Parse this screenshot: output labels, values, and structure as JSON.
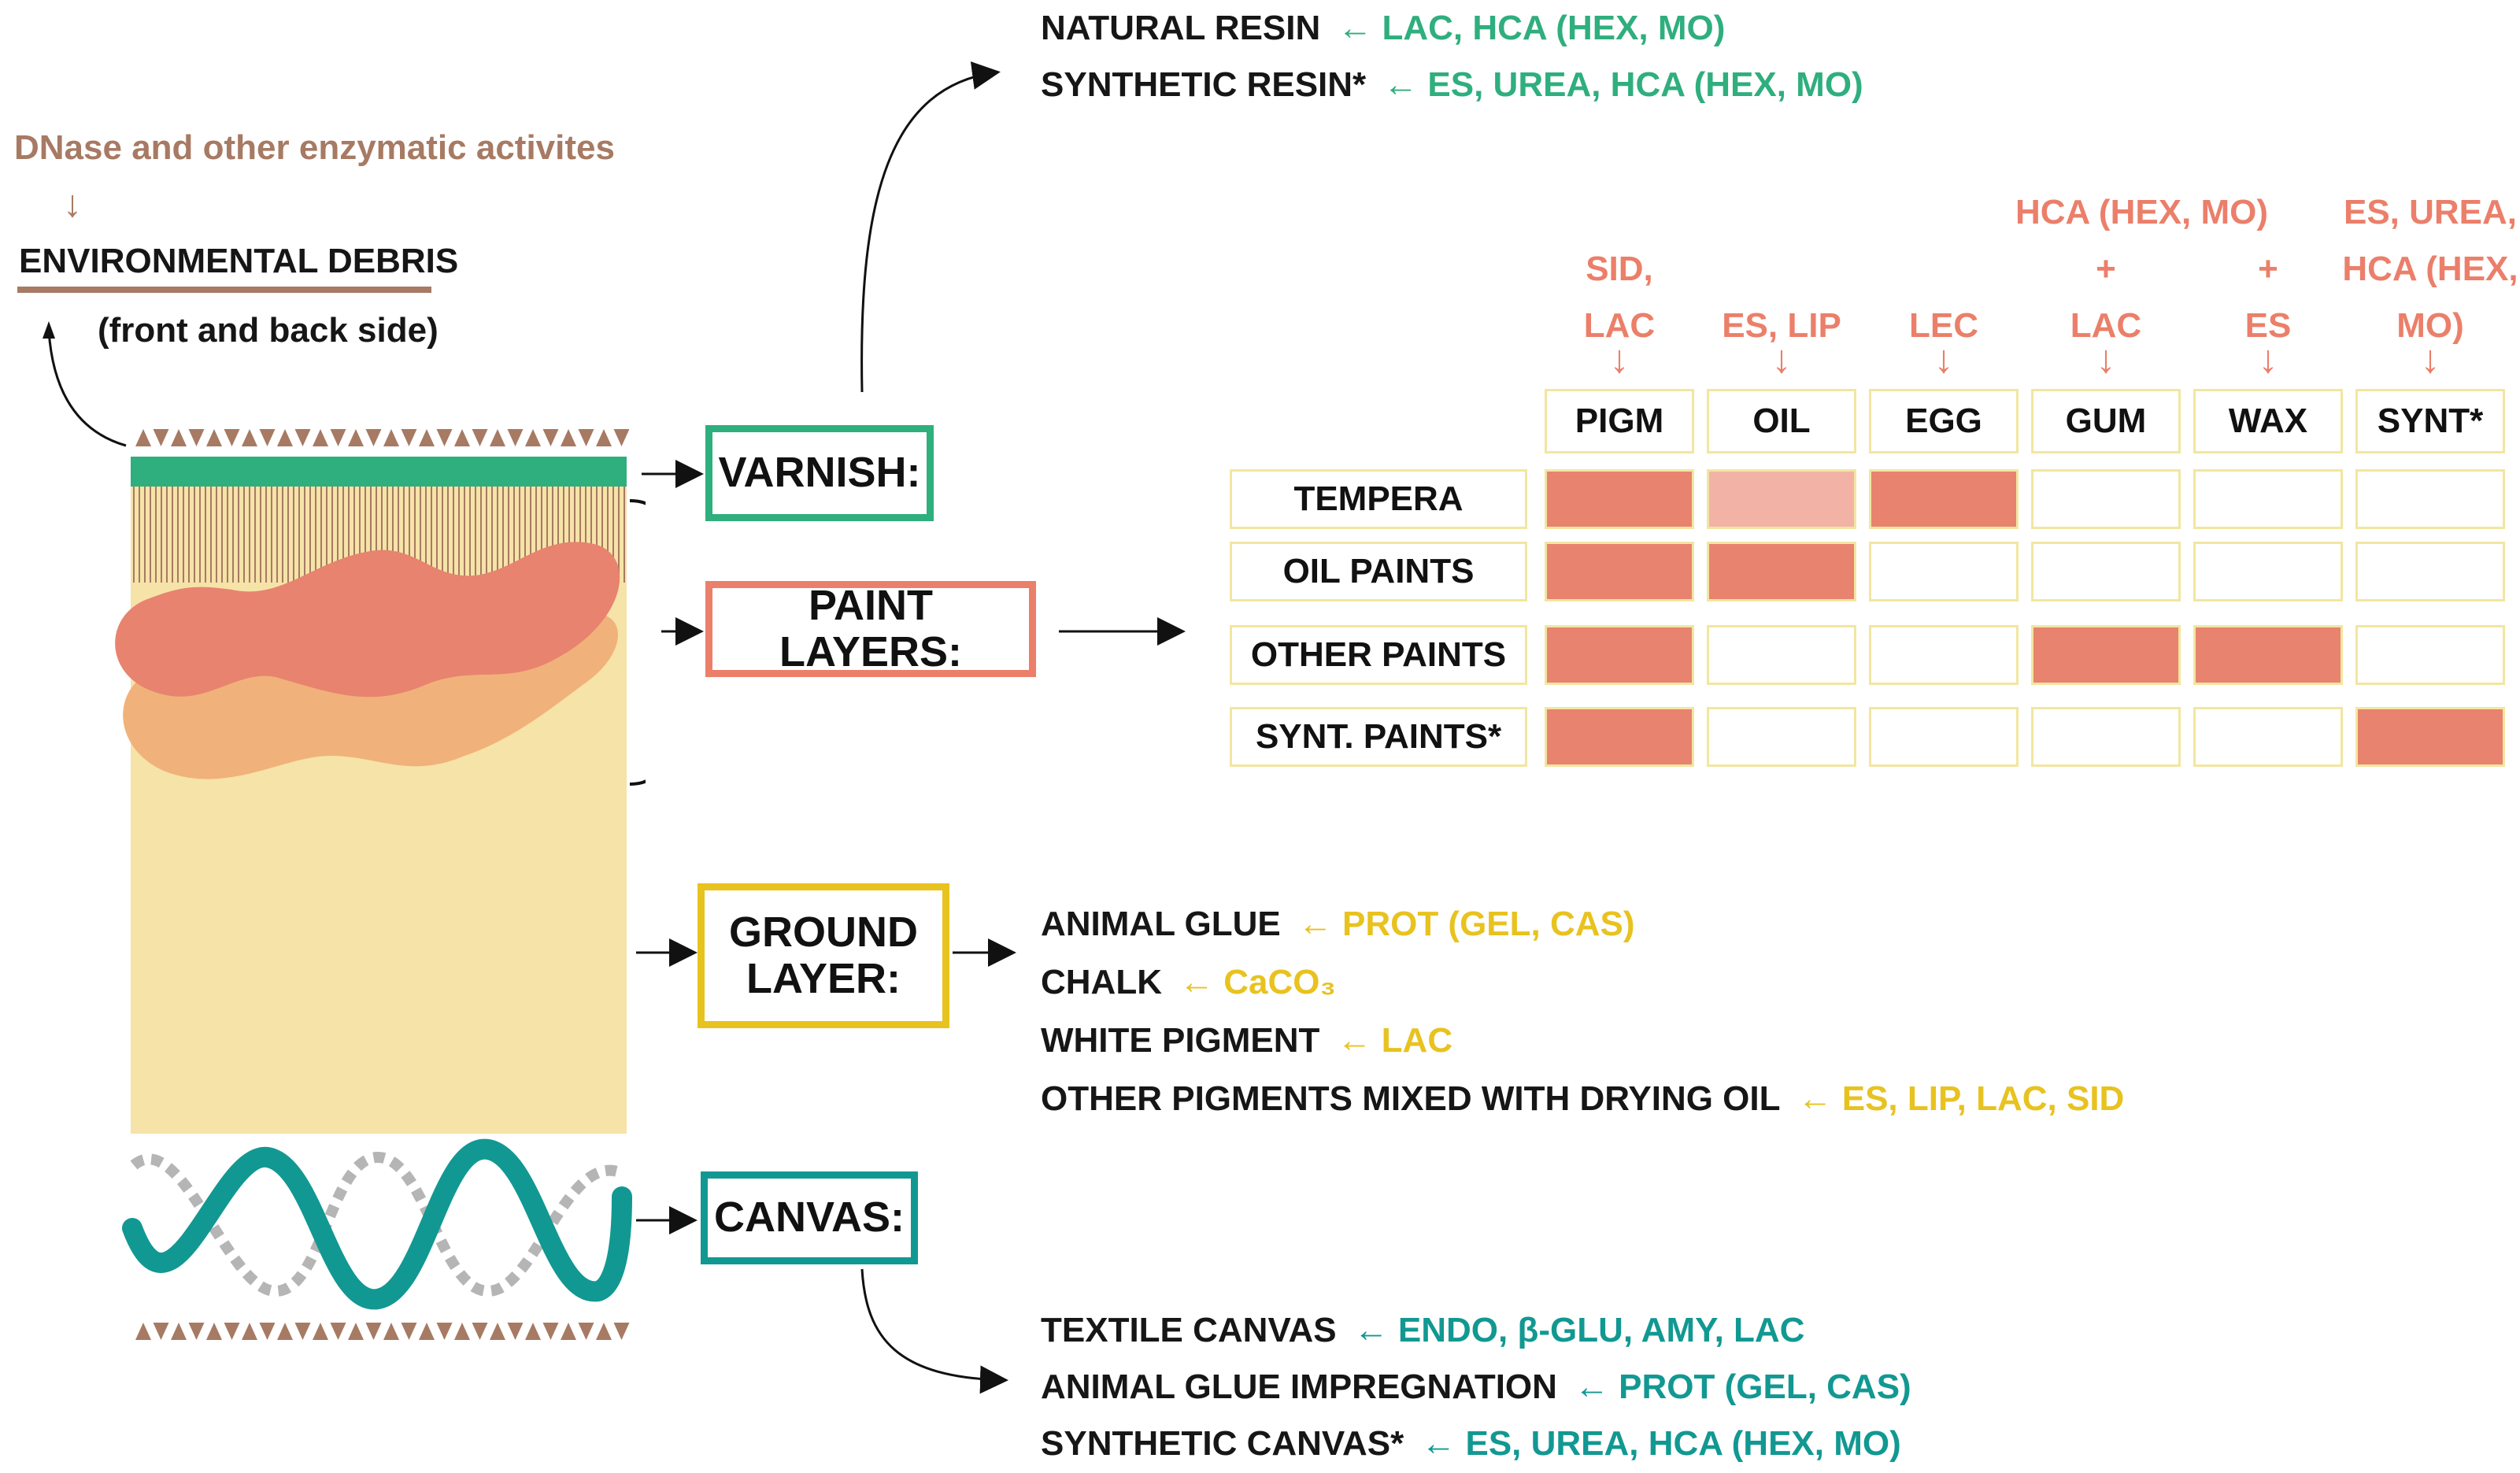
{
  "colors": {
    "brown": "#a77a63",
    "green_teal": "#2fae7e",
    "coral": "#eb7f6a",
    "orange": "#f0b27a",
    "cream": "#f6e3a8",
    "yellow": "#e8c21f",
    "teal": "#129892",
    "table_border": "#f2e6a0"
  },
  "top_left": {
    "enzyme_text": "DNase and other enzymatic activites",
    "arrow": "↓",
    "debris_title": "ENVIRONMENTAL DEBRIS",
    "debris_sub": "(front and back side)"
  },
  "varnish": {
    "label": "VARNISH:",
    "items": [
      {
        "name": "NATURAL RESIN",
        "arrow": "←",
        "agents": "LAC, HCA (HEX, MO)"
      },
      {
        "name": "SYNTHETIC RESIN*",
        "arrow": "←",
        "agents": "ES, UREA, HCA (HEX, MO)"
      }
    ]
  },
  "paint": {
    "label": "PAINT LAYERS:",
    "columns": [
      {
        "header": "PIGM",
        "agents": [
          "SID,",
          "LAC"
        ]
      },
      {
        "header": "OIL",
        "agents": [
          "ES, LIP"
        ]
      },
      {
        "header": "EGG",
        "agents": [
          "LEC"
        ]
      },
      {
        "header": "GUM",
        "agents": [
          "HCA (HEX, MO)",
          "+",
          "LAC"
        ]
      },
      {
        "header": "WAX",
        "agents": [
          "+",
          "ES"
        ]
      },
      {
        "header": "SYNT*",
        "agents": [
          "ES, UREA,",
          "HCA (HEX,",
          "MO)"
        ]
      }
    ],
    "down_arrow": "↓",
    "rows": [
      {
        "label": "TEMPERA",
        "cells": [
          2,
          1,
          2,
          0,
          0,
          0
        ]
      },
      {
        "label": "OIL PAINTS",
        "cells": [
          2,
          2,
          0,
          0,
          0,
          0
        ]
      },
      {
        "label": "OTHER PAINTS",
        "cells": [
          2,
          0,
          0,
          2,
          2,
          0
        ]
      },
      {
        "label": "SYNT. PAINTS*",
        "cells": [
          2,
          0,
          0,
          0,
          0,
          2
        ]
      }
    ]
  },
  "ground": {
    "label_line1": "GROUND",
    "label_line2": "LAYER:",
    "items": [
      {
        "name": "ANIMAL GLUE",
        "arrow": "←",
        "agents": "PROT (GEL, CAS)"
      },
      {
        "name": "CHALK",
        "arrow": "←",
        "agents": "CaCO₃"
      },
      {
        "name": "WHITE PIGMENT",
        "arrow": "←",
        "agents": "LAC"
      },
      {
        "name": "OTHER PIGMENTS MIXED WITH DRYING OIL",
        "arrow": "←",
        "agents": "ES, LIP, LAC, SID"
      }
    ]
  },
  "canvas": {
    "label": "CANVAS:",
    "items": [
      {
        "name": "TEXTILE CANVAS",
        "arrow": "←",
        "agents": "ENDO, β-GLU, AMY, LAC"
      },
      {
        "name": "ANIMAL GLUE IMPREGNATION",
        "arrow": "←",
        "agents": "PROT (GEL, CAS)"
      },
      {
        "name": "SYNTHETIC CANVAS*",
        "arrow": "←",
        "agents": "ES, UREA, HCA (HEX, MO)"
      }
    ]
  }
}
